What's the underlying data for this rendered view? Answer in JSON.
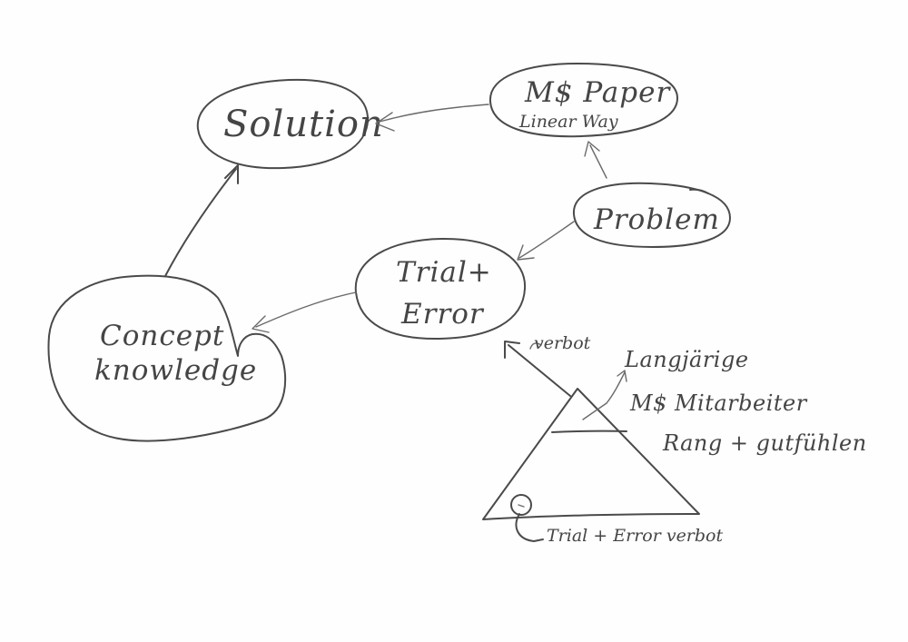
{
  "nodes": {
    "solution": "Solution",
    "ms_paper": "M$ Paper",
    "ms_paper_sub": "Linear Way",
    "problem": "Problem",
    "trial_error_line1": "Trial+",
    "trial_error_line2": "Error",
    "concept_line1": "Concept",
    "concept_line2": "knowledge"
  },
  "labels": {
    "verbot": "verbot",
    "langjaehrige": "Langjärige",
    "ms_mitarbeiter": "M$ Mitarbeiter",
    "rang_gutfuehlen": "Rang + gutfühlen",
    "bottom_note": "Trial + Error verbot"
  }
}
